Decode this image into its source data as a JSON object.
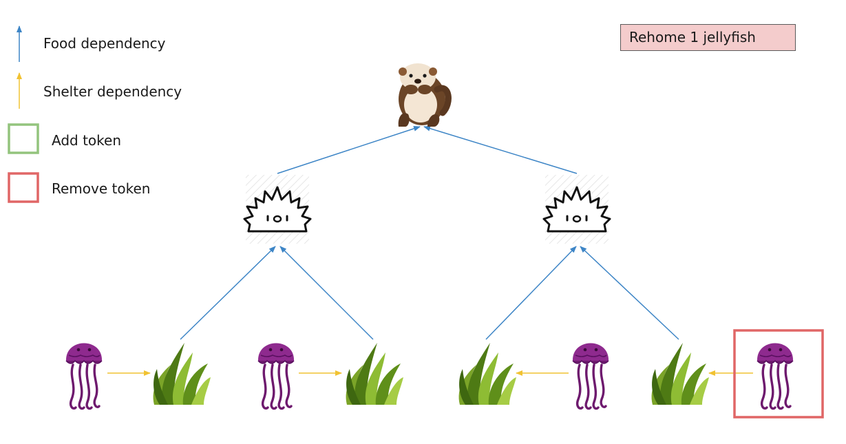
{
  "legend": {
    "food_label": "Food dependency",
    "shelter_label": "Shelter dependency",
    "add_label": "Add token",
    "remove_label": "Remove token"
  },
  "action": {
    "label": "Rehome 1 jellyfish"
  },
  "colors": {
    "food_arrow": "#3d85c6",
    "shelter_arrow": "#f1c232",
    "add_token": "#93c47d",
    "remove_token": "#e06666",
    "action_fill": "#f4cccc"
  },
  "nodes": [
    {
      "id": "otter",
      "icon": "sea-otter-icon"
    },
    {
      "id": "urchin-left",
      "icon": "sea-urchin-icon"
    },
    {
      "id": "urchin-right",
      "icon": "sea-urchin-icon"
    },
    {
      "id": "jellyfish-1",
      "icon": "jellyfish-icon"
    },
    {
      "id": "kelp-1",
      "icon": "kelp-icon"
    },
    {
      "id": "jellyfish-2",
      "icon": "jellyfish-icon"
    },
    {
      "id": "kelp-2",
      "icon": "kelp-icon"
    },
    {
      "id": "kelp-3",
      "icon": "kelp-icon"
    },
    {
      "id": "jellyfish-3",
      "icon": "jellyfish-icon"
    },
    {
      "id": "kelp-4",
      "icon": "kelp-icon"
    },
    {
      "id": "jellyfish-4",
      "icon": "jellyfish-icon",
      "marked": "remove"
    }
  ],
  "edges": [
    {
      "from": "urchin-left",
      "to": "otter",
      "type": "food"
    },
    {
      "from": "urchin-right",
      "to": "otter",
      "type": "food"
    },
    {
      "from": "kelp-1",
      "to": "urchin-left",
      "type": "food"
    },
    {
      "from": "kelp-2",
      "to": "urchin-left",
      "type": "food"
    },
    {
      "from": "kelp-3",
      "to": "urchin-right",
      "type": "food"
    },
    {
      "from": "kelp-4",
      "to": "urchin-right",
      "type": "food"
    },
    {
      "from": "jellyfish-1",
      "to": "kelp-1",
      "type": "shelter"
    },
    {
      "from": "jellyfish-2",
      "to": "kelp-2",
      "type": "shelter"
    },
    {
      "from": "jellyfish-3",
      "to": "kelp-3",
      "type": "shelter"
    },
    {
      "from": "jellyfish-4",
      "to": "kelp-4",
      "type": "shelter"
    }
  ]
}
